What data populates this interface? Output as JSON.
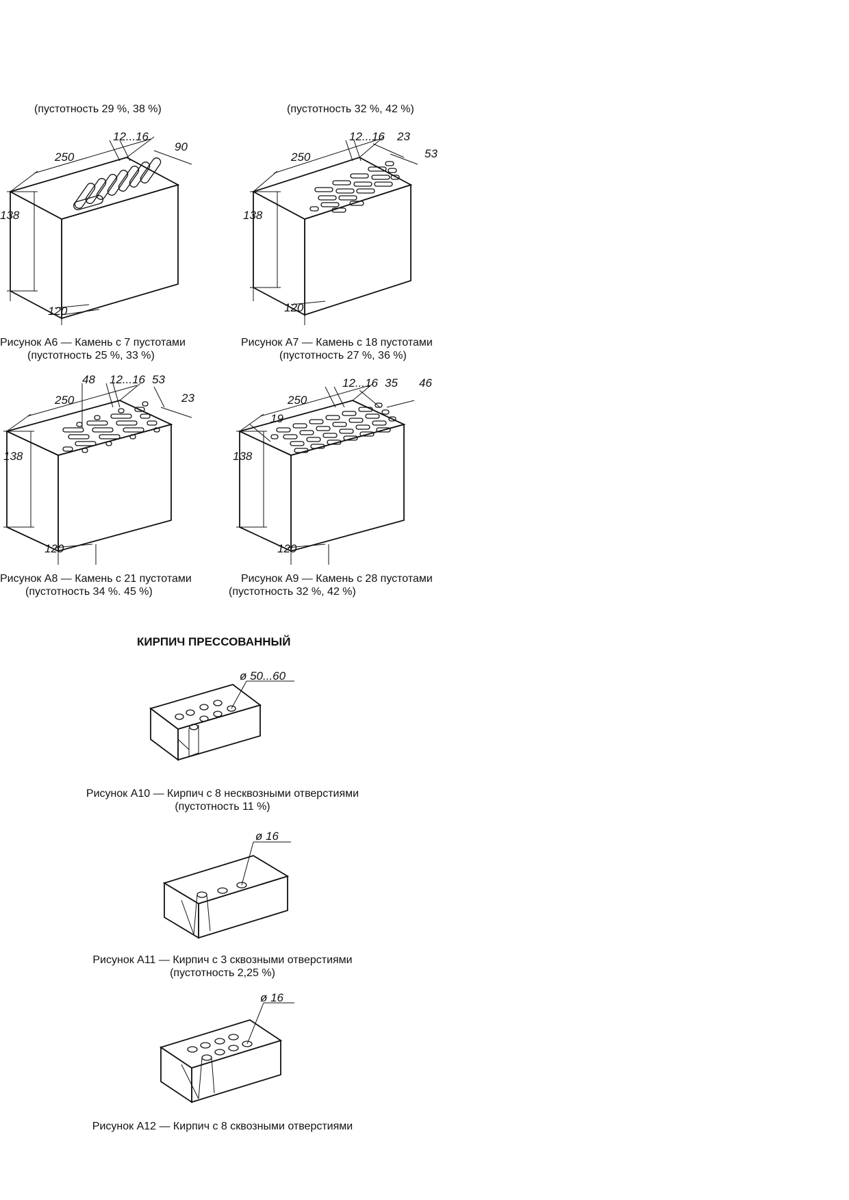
{
  "captions": {
    "top_left_voidage": "(пустотность 29 %, 38 %)",
    "top_right_voidage": "(пустотность 32 %, 42 %)",
    "a6_title": "Рисунок А6 — Камень с 7 пустотами",
    "a6_voidage": "(пустотность 25 %, 33 %)",
    "a7_title": "Рисунок А7 — Камень с 18 пустотами",
    "a7_voidage": "(пустотность 27 %, 36 %)",
    "a8_title": "Рисунок А8 — Камень с 21 пустотами",
    "a8_voidage": "(пустотность 34 %. 45 %)",
    "a9_title": "Рисунок А9 — Камень с 28 пустотами",
    "a9_voidage": "(пустотность 32 %, 42 %)",
    "section_heading": "КИРПИЧ ПРЕССОВАННЫЙ",
    "a10_title": "Рисунок А10 — Кирпич с 8 несквозными отверстиями",
    "a10_voidage": "(пустотность 11 %)",
    "a11_title": "Рисунок А11 — Кирпич с 3 сквозными отверстиями",
    "a11_voidage": "(пустотность 2,25 %)",
    "a12_title": "Рисунок А12 — Кирпич с 8 сквозными отверстиями"
  },
  "figures": {
    "a6": {
      "dim_length": "250",
      "dim_height": "138",
      "dim_width": "120",
      "dim_rib": "12...16",
      "dim_slot": "90"
    },
    "a7": {
      "dim_length": "250",
      "dim_height": "138",
      "dim_width": "120",
      "dim_rib": "12...16",
      "dim_slot": "23",
      "dim_slot2": "53"
    },
    "a8": {
      "dim_length": "250",
      "dim_height": "138",
      "dim_width": "120",
      "dim_rib": "12...16",
      "dim_a": "48",
      "dim_b": "53",
      "dim_c": "23"
    },
    "a9": {
      "dim_length": "250",
      "dim_height": "138",
      "dim_width": "120",
      "dim_rib": "12...16",
      "dim_a": "19",
      "dim_b": "35",
      "dim_c": "46"
    },
    "a10": {
      "dim_hole": "ø 50...60"
    },
    "a11": {
      "dim_hole": "ø 16"
    },
    "a12": {
      "dim_hole": "ø 16"
    }
  }
}
